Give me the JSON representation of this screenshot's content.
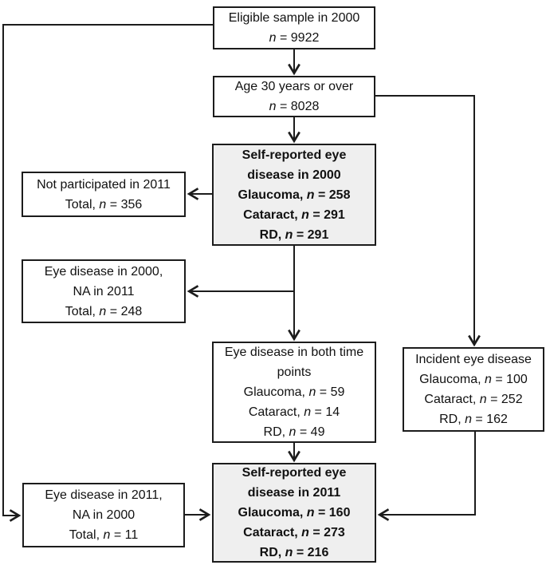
{
  "figure": {
    "type": "study-flow-diagram",
    "colors": {
      "border": "#1c1c1c",
      "shaded_fill": "#efefef",
      "text": "#111111",
      "background": "#ffffff"
    },
    "boxes": {
      "eligible": {
        "emphasis": false,
        "lines": [
          [
            {
              "t": "Eligible sample in 2000"
            }
          ],
          [
            {
              "t": "n",
              "i": true
            },
            {
              "t": " = 9922"
            }
          ]
        ]
      },
      "age30": {
        "emphasis": false,
        "lines": [
          [
            {
              "t": "Age 30 years or over"
            }
          ],
          [
            {
              "t": "n",
              "i": true
            },
            {
              "t": " = 8028"
            }
          ]
        ]
      },
      "disease2000": {
        "emphasis": true,
        "lines": [
          [
            {
              "t": "Self-reported eye"
            }
          ],
          [
            {
              "t": "disease in 2000"
            }
          ],
          [
            {
              "t": "Glaucoma, "
            },
            {
              "t": "n",
              "i": true
            },
            {
              "t": " = 258"
            }
          ],
          [
            {
              "t": "Cataract, "
            },
            {
              "t": "n",
              "i": true
            },
            {
              "t": " = 291"
            }
          ],
          [
            {
              "t": "RD, "
            },
            {
              "t": "n",
              "i": true
            },
            {
              "t": " = 291"
            }
          ]
        ]
      },
      "not_participated": {
        "emphasis": false,
        "lines": [
          [
            {
              "t": "Not participated in 2011"
            }
          ],
          [
            {
              "t": "Total, "
            },
            {
              "t": "n",
              "i": true
            },
            {
              "t": " = 356"
            }
          ]
        ]
      },
      "na_in_2011": {
        "emphasis": false,
        "lines": [
          [
            {
              "t": "Eye disease in 2000,"
            }
          ],
          [
            {
              "t": "NA in 2011"
            }
          ],
          [
            {
              "t": "Total, "
            },
            {
              "t": "n",
              "i": true
            },
            {
              "t": " = 248"
            }
          ]
        ]
      },
      "both_timepoints": {
        "emphasis": false,
        "lines": [
          [
            {
              "t": "Eye disease in both time"
            }
          ],
          [
            {
              "t": "points"
            }
          ],
          [
            {
              "t": "Glaucoma, "
            },
            {
              "t": "n",
              "i": true
            },
            {
              "t": " = 59"
            }
          ],
          [
            {
              "t": "Cataract, "
            },
            {
              "t": "n",
              "i": true
            },
            {
              "t": " = 14"
            }
          ],
          [
            {
              "t": "RD, "
            },
            {
              "t": "n",
              "i": true
            },
            {
              "t": " = 49"
            }
          ]
        ]
      },
      "incident": {
        "emphasis": false,
        "lines": [
          [
            {
              "t": "Incident eye disease"
            }
          ],
          [
            {
              "t": "Glaucoma, "
            },
            {
              "t": "n",
              "i": true
            },
            {
              "t": " = 100"
            }
          ],
          [
            {
              "t": "Cataract, "
            },
            {
              "t": "n",
              "i": true
            },
            {
              "t": " = 252"
            }
          ],
          [
            {
              "t": "RD, "
            },
            {
              "t": "n",
              "i": true
            },
            {
              "t": " = 162"
            }
          ]
        ]
      },
      "na_in_2000": {
        "emphasis": false,
        "lines": [
          [
            {
              "t": "Eye disease in 2011,"
            }
          ],
          [
            {
              "t": "NA in 2000"
            }
          ],
          [
            {
              "t": "Total, "
            },
            {
              "t": "n",
              "i": true
            },
            {
              "t": " = 11"
            }
          ]
        ]
      },
      "disease2011": {
        "emphasis": true,
        "lines": [
          [
            {
              "t": "Self-reported eye"
            }
          ],
          [
            {
              "t": "disease in 2011"
            }
          ],
          [
            {
              "t": "Glaucoma, "
            },
            {
              "t": "n",
              "i": true
            },
            {
              "t": " = 160"
            }
          ],
          [
            {
              "t": "Cataract, "
            },
            {
              "t": "n",
              "i": true
            },
            {
              "t": " = 273"
            }
          ],
          [
            {
              "t": "RD, "
            },
            {
              "t": "n",
              "i": true
            },
            {
              "t": " = 216"
            }
          ]
        ]
      }
    }
  }
}
